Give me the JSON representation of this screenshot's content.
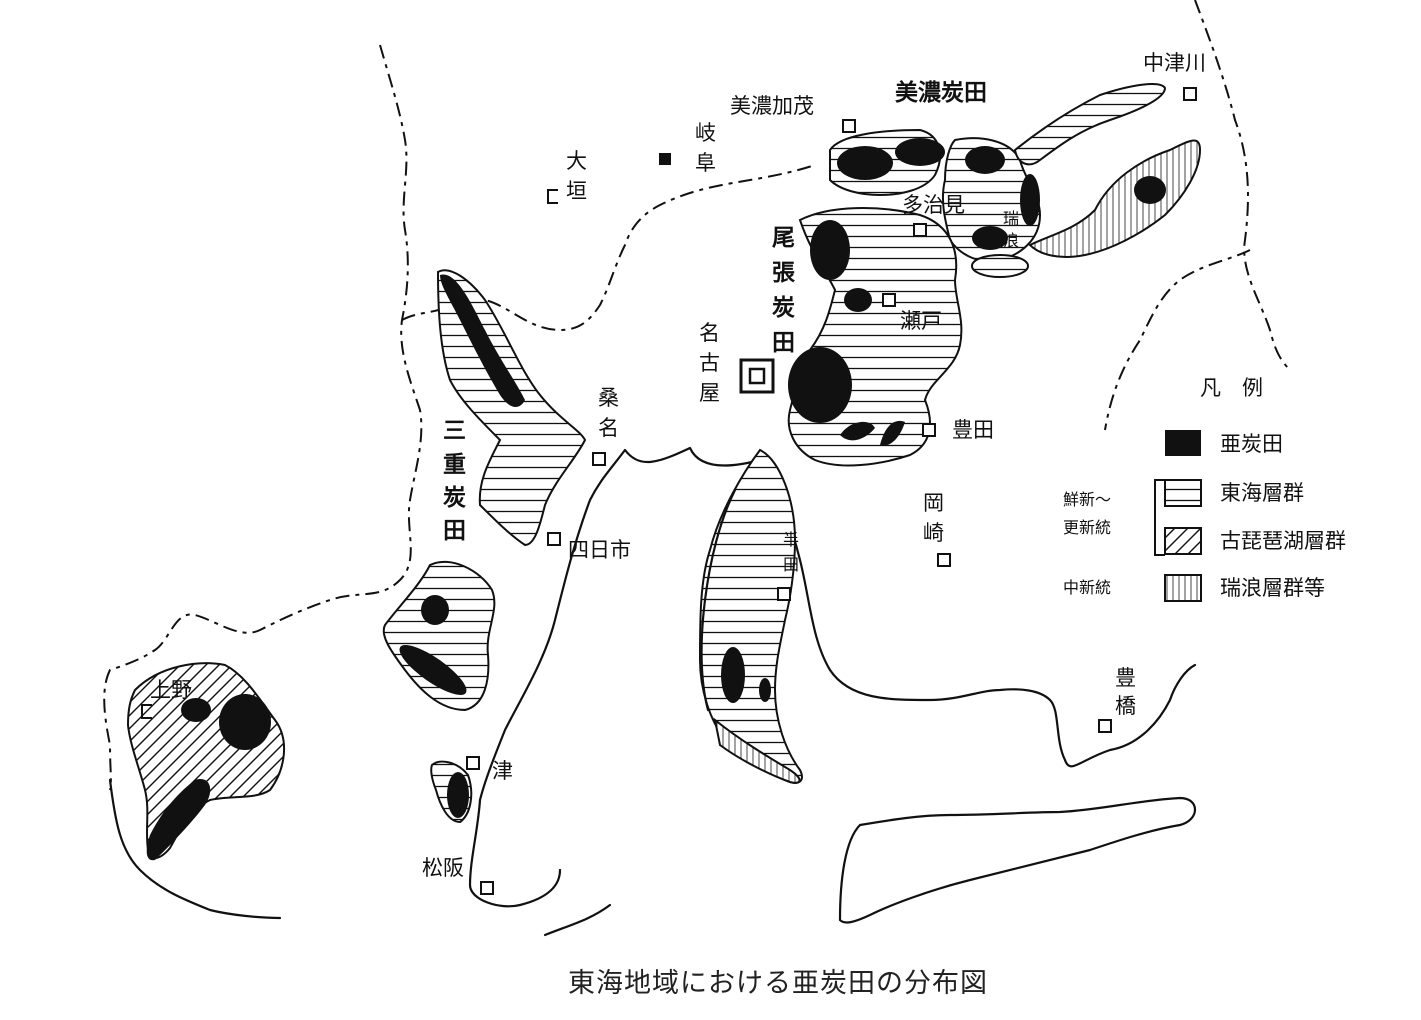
{
  "caption": "東海地域における亜炭田の分布図",
  "fields": {
    "mino": "美濃炭田",
    "owari": [
      "尾",
      "張",
      "炭",
      "田"
    ],
    "mie": [
      "三",
      "重",
      "炭",
      "田"
    ]
  },
  "cities": {
    "nakatsugawa": "中津川",
    "minokamo": "美濃加茂",
    "gifu": [
      "岐",
      "阜"
    ],
    "ogaki": [
      "大",
      "垣"
    ],
    "tajimi": "多治見",
    "mizunami": [
      "瑞",
      "浪"
    ],
    "seto": "瀬戸",
    "nagoya": [
      "名",
      "古",
      "屋"
    ],
    "kuwana": [
      "桑",
      "名"
    ],
    "toyota": "豊田",
    "yokkaichi": "四日市",
    "okazaki": [
      "岡",
      "崎"
    ],
    "handa": [
      "半",
      "田"
    ],
    "ueno": "上野",
    "tsu": "津",
    "matsusaka": "松阪",
    "toyohashi": [
      "豊",
      "橋"
    ]
  },
  "legend": {
    "title": "凡　例",
    "lignite": "亜炭田",
    "tokai": "東海層群",
    "kobiwako": "古琵琶湖層群",
    "mizunami": "瑞浪層群等",
    "group_pliocene": [
      "鮮新～",
      "更新統"
    ],
    "group_miocene": "中新統"
  }
}
